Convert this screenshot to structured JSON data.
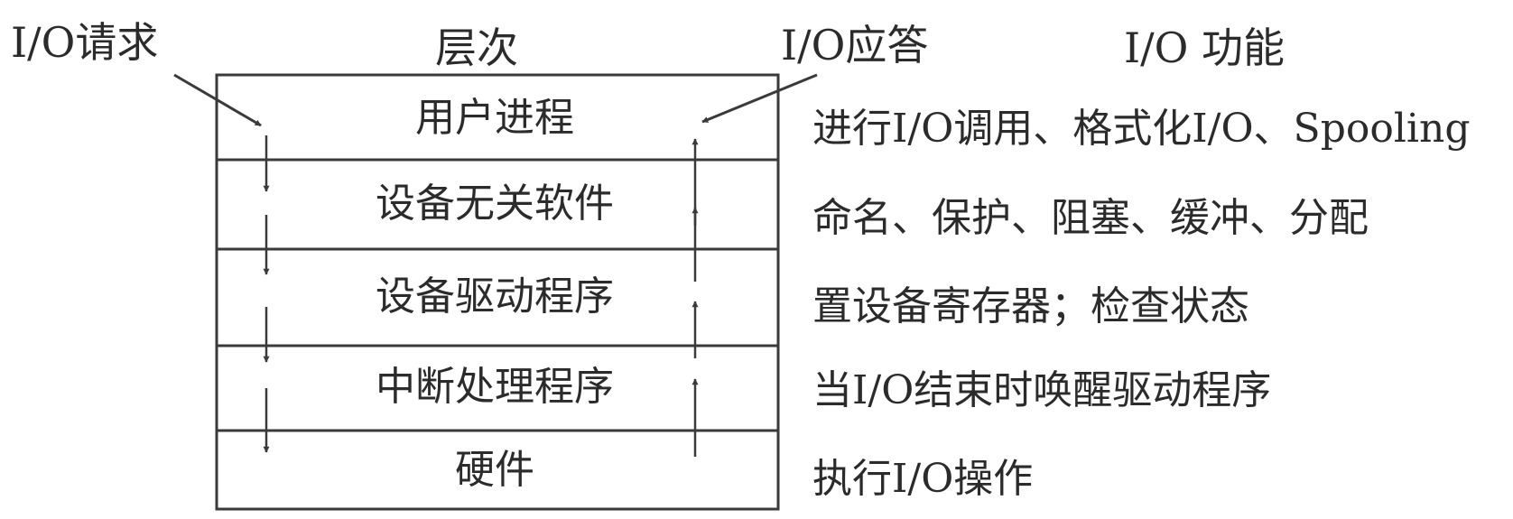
{
  "labels": {
    "io_request": "I/O请求",
    "layers_header": "层次",
    "io_response": "I/O应答",
    "io_function_header": "I/O 功能"
  },
  "layers": [
    {
      "name": "用户进程",
      "function": "进行I/O调用、格式化I/O、Spooling"
    },
    {
      "name": "设备无关软件",
      "function": "命名、保护、阻塞、缓冲、分配"
    },
    {
      "name": "设备驱动程序",
      "function": "置设备寄存器；检查状态"
    },
    {
      "name": "中断处理程序",
      "function": "当I/O结束时唤醒驱动程序"
    },
    {
      "name": "硬件",
      "function": "执行I/O操作"
    }
  ],
  "colors": {
    "ink": "#2b2b2b",
    "line": "#3a3a3a",
    "background": "#ffffff"
  }
}
